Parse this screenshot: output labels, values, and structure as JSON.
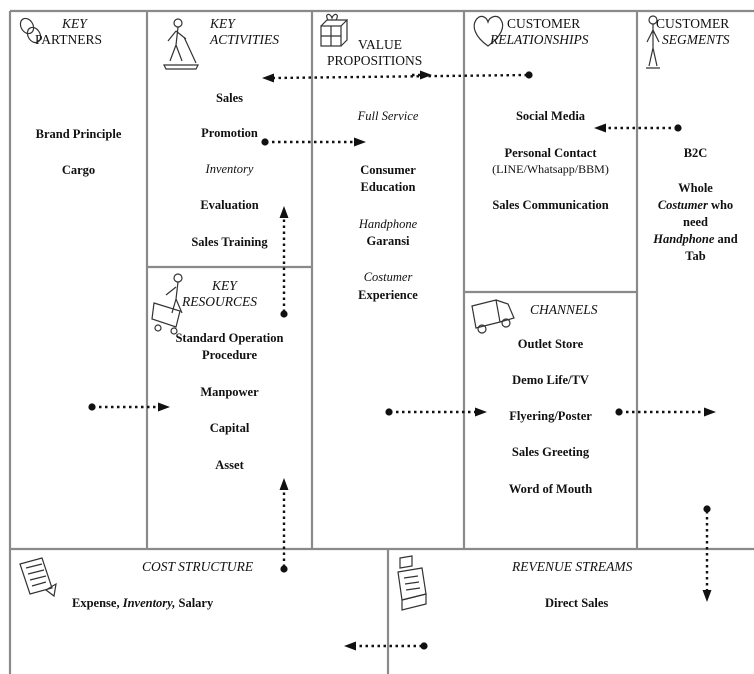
{
  "sections": {
    "key_partners": {
      "title_line1": "KEY",
      "title_line2": "PARTNERS",
      "icon": "chain-link-icon",
      "items": [
        "Brand Principle",
        "Cargo"
      ]
    },
    "key_activities": {
      "title_line1": "KEY",
      "title_line2": "ACTIVITIES",
      "icon": "person-sweeping-icon",
      "items": [
        "Sales",
        "Promotion",
        "Inventory",
        "Evaluation",
        "Sales Training"
      ]
    },
    "value_propositions": {
      "title_line1": "VALUE",
      "title_line2": "PROPOSITIONS",
      "icon": "gift-boxes-icon",
      "items": [
        "Full Service",
        "Consumer",
        "Education",
        "Handphone",
        "Garansi",
        "Costumer",
        "Experience"
      ]
    },
    "customer_relationships": {
      "title_line1": "CUSTOMER",
      "title_line2": "RELATIONSHIPS",
      "icon": "heart-icon",
      "items": [
        "Social Media",
        "Personal Contact",
        "(LINE/Whatsapp/BBM)",
        "Sales Communication"
      ]
    },
    "customer_segments": {
      "title_line1": "CUSTOMER",
      "title_line2": "SEGMENTS",
      "icon": "person-standing-icon",
      "items": [
        "B2C",
        "Whole",
        "Costumer",
        "who",
        "need",
        "Handphone",
        "and",
        "Tab"
      ]
    },
    "key_resources": {
      "title_line1": "KEY",
      "title_line2": "RESOURCES",
      "icon": "worker-cart-icon",
      "items": [
        "Standard Operation",
        "Procedure",
        "Manpower",
        "Capital",
        "Asset"
      ]
    },
    "channels": {
      "title": "CHANNELS",
      "icon": "truck-icon",
      "items": [
        "Outlet Store",
        "Demo Life/TV",
        "Flyering/Poster",
        "Sales Greeting",
        "Word of Mouth"
      ]
    },
    "cost_structure": {
      "title": "COST STRUCTURE",
      "icon": "receipt-icon",
      "items": [
        "Expense,",
        "Inventory,",
        "Salary"
      ]
    },
    "revenue_streams": {
      "title": "REVENUE STREAMS",
      "icon": "cash-register-icon",
      "items": [
        "Direct Sales"
      ]
    }
  }
}
